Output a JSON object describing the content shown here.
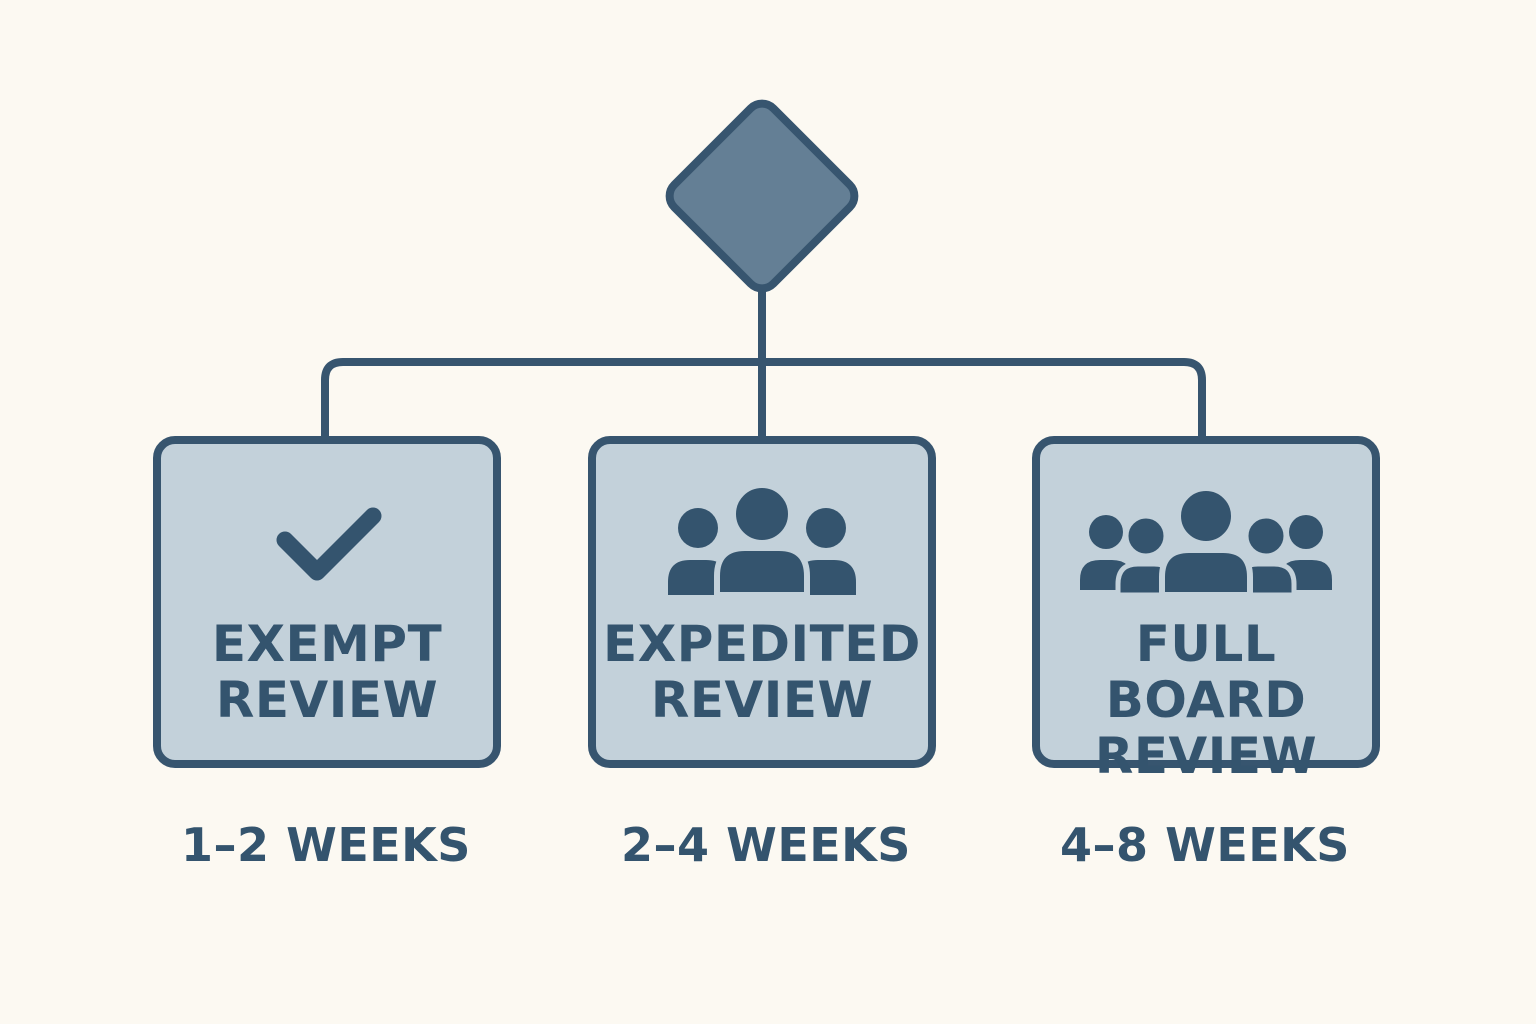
{
  "colors": {
    "background": "#fcf9f2",
    "stroke": "#37556f",
    "box_fill": "#c3d1da",
    "diamond_fill": "#647f95",
    "text": "#34546e"
  },
  "branches": [
    {
      "label_line1": "EXEMPT",
      "label_line2": "REVIEW",
      "duration": "1–2 WEEKS",
      "icon": "checkmark-icon"
    },
    {
      "label_line1": "EXPEDITED",
      "label_line2": "REVIEW",
      "duration": "2–4 WEEKS",
      "icon": "group-of-three-icon"
    },
    {
      "label_line1": "FULL BOARD",
      "label_line2": "REVIEW",
      "duration": "4–8 WEEKS",
      "icon": "group-of-five-icon"
    }
  ]
}
